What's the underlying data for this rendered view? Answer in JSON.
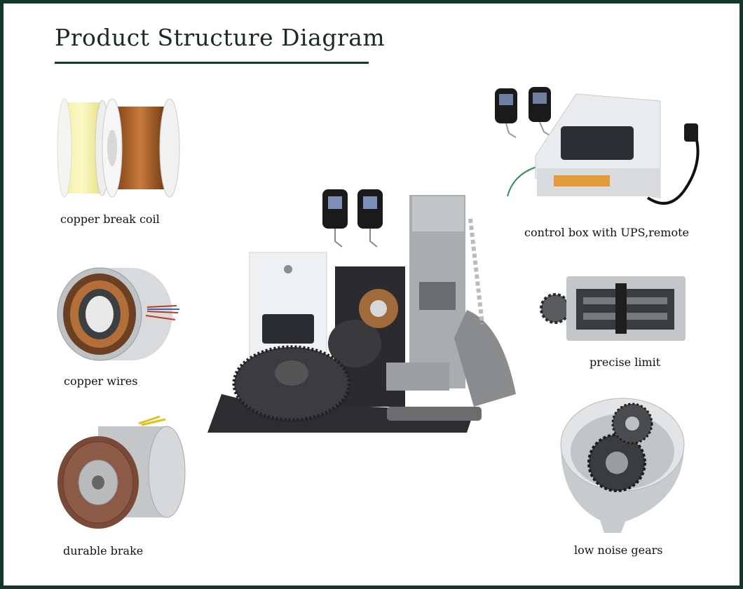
{
  "title": "Product Structure Diagram",
  "components": [
    {
      "id": "coil",
      "caption": "copper break coil"
    },
    {
      "id": "wires",
      "caption": "copper wires"
    },
    {
      "id": "brake",
      "caption": "durable brake"
    },
    {
      "id": "control",
      "caption": "control box with UPS,remote"
    },
    {
      "id": "limit",
      "caption": "precise limit"
    },
    {
      "id": "gears",
      "caption": "low noise gears"
    }
  ],
  "colors": {
    "frame": "#13372a",
    "copper": "#b0652e",
    "metal": "#c9ccce",
    "dark": "#2b2b2e"
  },
  "icons": [
    "remote-icon",
    "power-plug-icon",
    "sprocket-icon",
    "chain-icon"
  ]
}
